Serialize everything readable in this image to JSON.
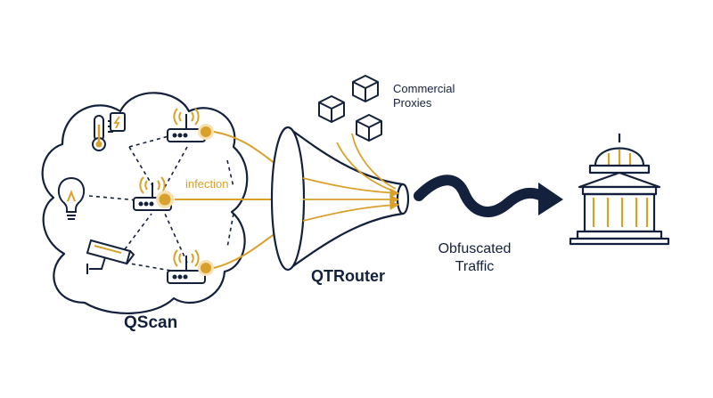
{
  "labels": {
    "commercial_proxies": [
      "Commercial",
      "Proxies"
    ],
    "infection": "infection",
    "qtrouter": "QTRouter",
    "obfuscated_traffic": [
      "Obfuscated",
      "Traffic"
    ],
    "qscan": "QScan"
  },
  "icons": {
    "iot_devices": [
      "thermometer-icon",
      "power-outlet-icon",
      "lightbulb-icon",
      "security-camera-icon"
    ],
    "routers": [
      "router-icon-top",
      "router-icon-center",
      "router-icon-bottom"
    ],
    "proxies": [
      "cube-icon",
      "cube-icon",
      "cube-icon"
    ],
    "funnel": "funnel-icon",
    "destination": "government-building-icon",
    "traffic": "wavy-arrow-icon"
  },
  "colors": {
    "navy": "#14213d",
    "gold": "#d9a12a",
    "background": "#ffffff"
  }
}
